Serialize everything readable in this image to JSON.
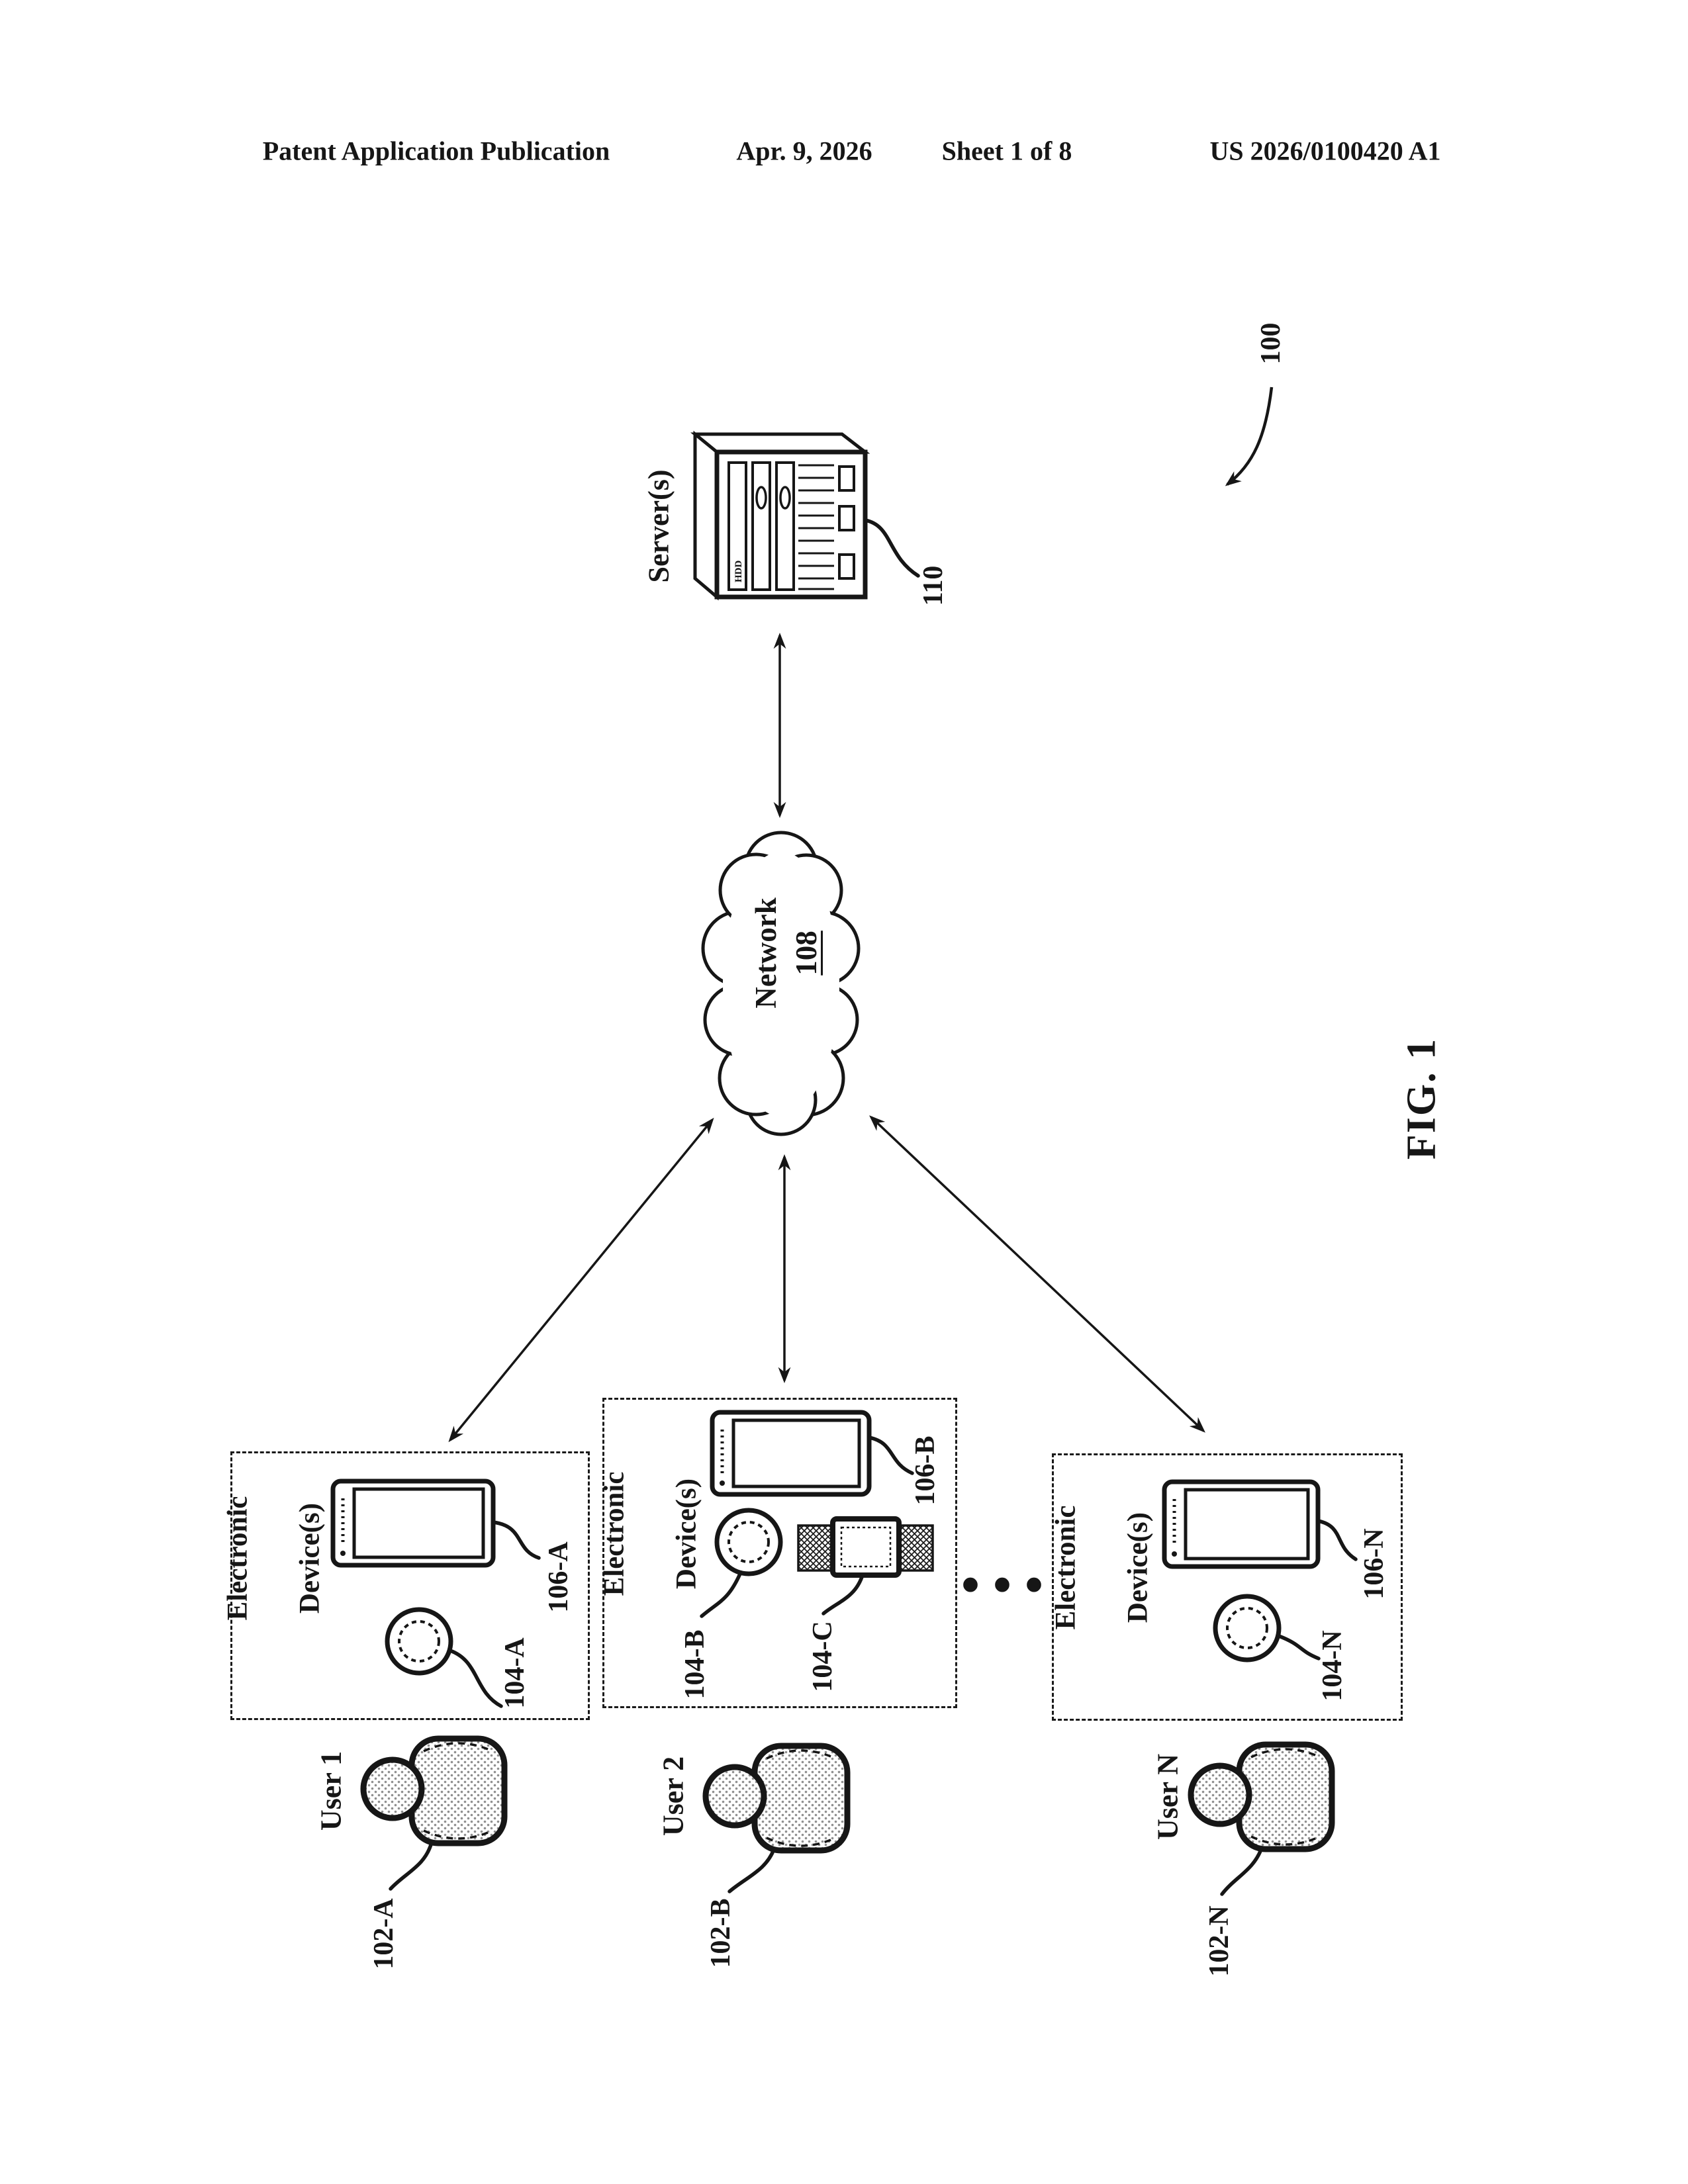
{
  "page": {
    "paper_color": "#ffffff",
    "ink_color": "#161616"
  },
  "header": {
    "publication": "Patent Application Publication",
    "date": "Apr. 9, 2026",
    "sheet": "Sheet 1 of 8",
    "doc_number": "US 2026/0100420 A1"
  },
  "figure": {
    "label": "FIG. 1",
    "system_ref": "100"
  },
  "server": {
    "label": "Server(s)",
    "ref": "110",
    "hdd_label": "HDD"
  },
  "network": {
    "label": "Network",
    "ref": "108"
  },
  "groups": [
    {
      "title_line1": "Electronic",
      "title_line2": "Device(s)",
      "phone_ref": "106-A",
      "ring_ref": "104-A",
      "user_label": "User 1",
      "user_ref": "102-A"
    },
    {
      "title_line1": "Electronic",
      "title_line2": "Device(s)",
      "phone_ref": "106-B",
      "ring_ref": "104-B",
      "watch_ref": "104-C",
      "user_label": "User 2",
      "user_ref": "102-B"
    },
    {
      "title_line1": "Electronic",
      "title_line2": "Device(s)",
      "phone_ref": "106-N",
      "ring_ref": "104-N",
      "user_label": "User N",
      "user_ref": "102-N"
    }
  ],
  "ellipsis": {
    "text": "• • •"
  }
}
